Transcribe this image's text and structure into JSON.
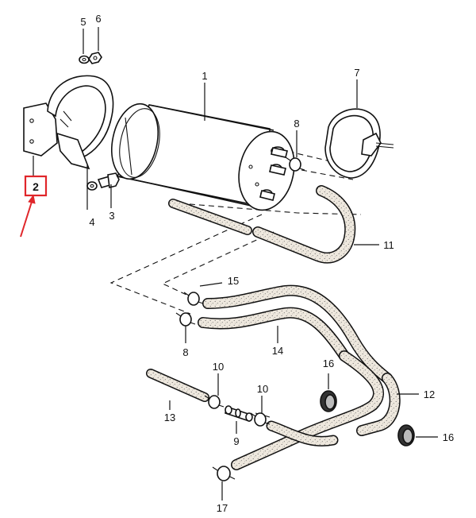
{
  "callouts": {
    "c1": "1",
    "c2": "2",
    "c3": "3",
    "c4": "4",
    "c5": "5",
    "c6": "6",
    "c7": "7",
    "c8a": "8",
    "c8b": "8",
    "c9": "9",
    "c10a": "10",
    "c10b": "10",
    "c11": "11",
    "c12": "12",
    "c13": "13",
    "c14": "14",
    "c15": "15",
    "c16a": "16",
    "c16b": "16",
    "c17": "17"
  },
  "colors": {
    "line": "#111111",
    "hose_fill": "#ece6dc",
    "highlight": "#e0262a"
  }
}
